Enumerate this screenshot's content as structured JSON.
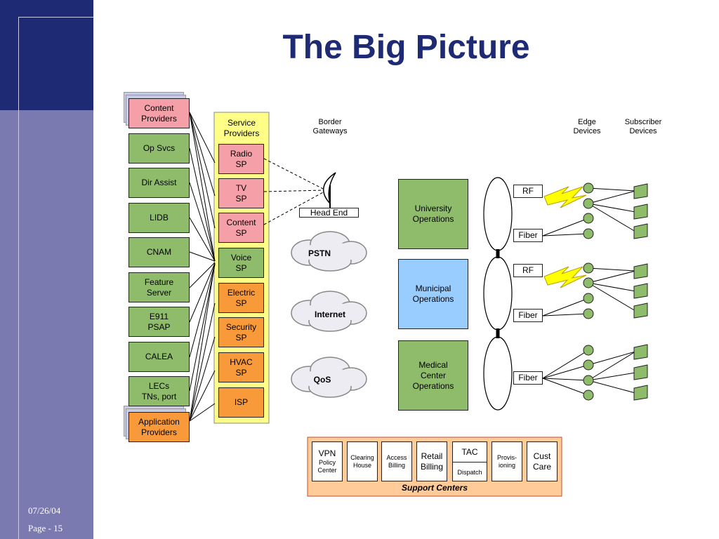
{
  "slide": {
    "title": "The Big Picture",
    "date": "07/26/04",
    "page": "Page - 15"
  },
  "left_column": [
    {
      "label": "Content\nProviders"
    },
    {
      "label": "Op Svcs"
    },
    {
      "label": "Dir Assist"
    },
    {
      "label": "LIDB"
    },
    {
      "label": "CNAM"
    },
    {
      "label": "Feature\nServer"
    },
    {
      "label": "E911\nPSAP"
    },
    {
      "label": "CALEA"
    },
    {
      "label": "LECs\nTNs, port"
    },
    {
      "label": "Application\nProviders"
    }
  ],
  "service_providers": {
    "header": "Service\nProviders",
    "items": [
      {
        "label": "Radio\nSP"
      },
      {
        "label": "TV\nSP"
      },
      {
        "label": "Content\nSP"
      },
      {
        "label": "Voice\nSP"
      },
      {
        "label": "Electric\nSP"
      },
      {
        "label": "Security\nSP"
      },
      {
        "label": "HVAC\nSP"
      },
      {
        "label": "ISP"
      }
    ]
  },
  "border_gateways": "Border\nGateways",
  "head_end": "Head End",
  "clouds": [
    {
      "label": "PSTN"
    },
    {
      "label": "Internet"
    },
    {
      "label": "QoS"
    }
  ],
  "operations": [
    {
      "label": "University\nOperations"
    },
    {
      "label": "Municipal\nOperations"
    },
    {
      "label": "Medical\nCenter\nOperations"
    }
  ],
  "links": {
    "rf": "RF",
    "fiber": "Fiber"
  },
  "edge_devices": "Edge\nDevices",
  "subscriber_devices": "Subscriber\nDevices",
  "support_centers": {
    "title": "Support Centers",
    "items": [
      {
        "line1": "VPN",
        "line2": "Policy\nCenter"
      },
      {
        "line1": "",
        "line2": "Clearing\nHouse"
      },
      {
        "line1": "",
        "line2": "Access\nBilling"
      },
      {
        "line1": "Retail\nBilling",
        "line2": ""
      },
      {
        "line1": "TAC",
        "line2": "Dispatch"
      },
      {
        "line1": "",
        "line2": "Provis-\nioning"
      },
      {
        "line1": "Cust\nCare",
        "line2": ""
      }
    ]
  },
  "colors": {
    "navy": "#1f2a74",
    "sidebar": "#7a7ab0",
    "green": "#8fbc6a",
    "pink": "#f5a0a8",
    "orange": "#f99a3a",
    "blue": "#99ccff",
    "yellow": "#ffff88",
    "peach": "#ffcc99"
  }
}
